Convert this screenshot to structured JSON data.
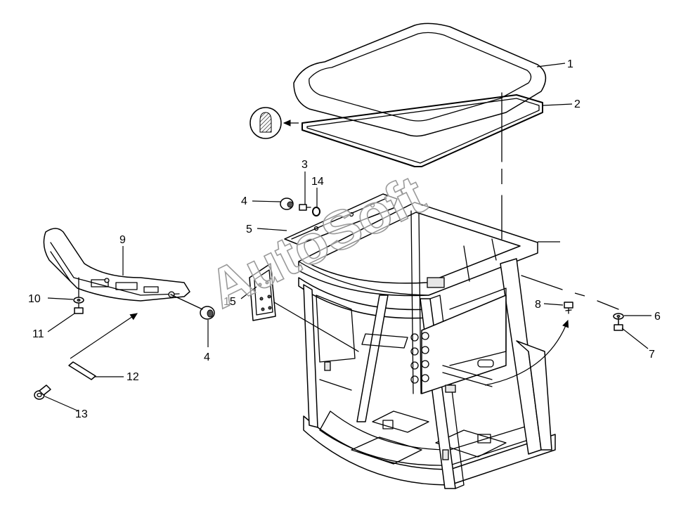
{
  "watermark": "AutoSoft",
  "callouts": {
    "c1": "1",
    "c2": "2",
    "c3": "3",
    "c4a": "4",
    "c4b": "4",
    "c5": "5",
    "c6": "6",
    "c7": "7",
    "c8": "8",
    "c9": "9",
    "c10": "10",
    "c11": "11",
    "c12": "12",
    "c13": "13",
    "c14": "14",
    "c15": "15"
  }
}
